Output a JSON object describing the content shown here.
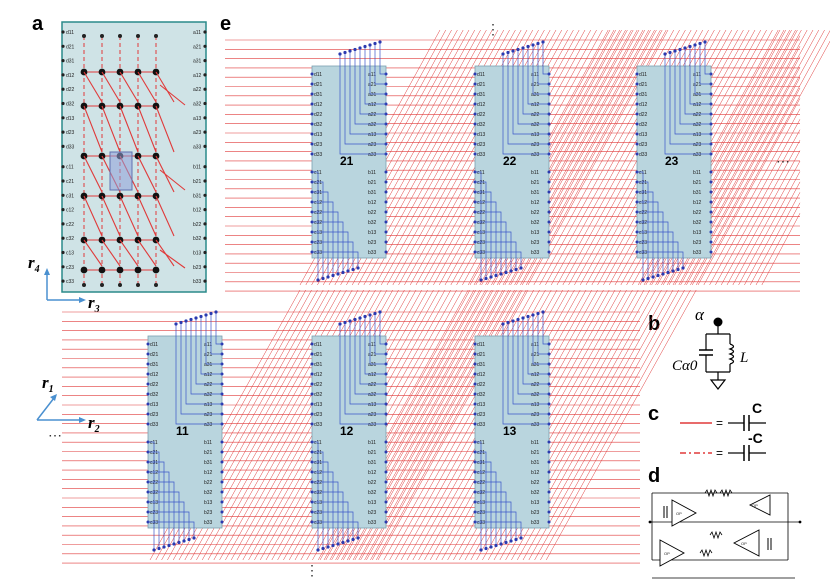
{
  "panels": {
    "a": "a",
    "b": "b",
    "c": "c",
    "d": "d",
    "e": "e"
  },
  "panel_a": {
    "left_labels": [
      "d11",
      "d21",
      "d31",
      "d12",
      "d22",
      "d32",
      "d13",
      "d23",
      "d33",
      "c11",
      "c21",
      "c31",
      "c12",
      "c22",
      "c32",
      "c13",
      "c23",
      "c33"
    ],
    "right_labels": [
      "a11",
      "a21",
      "a31",
      "a12",
      "a22",
      "a32",
      "a13",
      "a23",
      "a33",
      "b11",
      "b21",
      "b31",
      "b12",
      "b22",
      "b32",
      "b13",
      "b23",
      "b33"
    ],
    "axis_vertical": "r4",
    "axis_horizontal": "r3"
  },
  "panel_e": {
    "modules_top": [
      "21",
      "22",
      "23"
    ],
    "modules_bottom": [
      "11",
      "12",
      "13"
    ],
    "port_labels_top_left": [
      "d11",
      "d21",
      "d31",
      "d12",
      "d22",
      "d32",
      "d13",
      "d23",
      "d33"
    ],
    "port_labels_bottom_left": [
      "c11",
      "c21",
      "c31",
      "c12",
      "c22",
      "c32",
      "c13",
      "c23",
      "c33"
    ],
    "port_labels_top_right": [
      "a11",
      "a21",
      "a31",
      "a12",
      "a22",
      "a32",
      "a13",
      "a23",
      "a33"
    ],
    "port_labels_bottom_right": [
      "b11",
      "b21",
      "b31",
      "b12",
      "b22",
      "b32",
      "b13",
      "b23",
      "b33"
    ],
    "ellipsis": "⋮",
    "ellipsis_h": "⋯",
    "axis_up": "r1",
    "axis_right": "r2"
  },
  "panel_b": {
    "node": "α",
    "capacitor": "Cα0",
    "inductor": "L"
  },
  "panel_c": {
    "positive": "C",
    "negative": "-C",
    "equals": "="
  },
  "panel_d": {
    "opamp_label": "OP"
  },
  "colors": {
    "red_wire": "#e03a3a",
    "blue_wire": "#3a55c8",
    "module_fill": "#b9d5de",
    "panel_a_fill": "#cfe3e6",
    "axis_arrow": "#4a90d0"
  }
}
